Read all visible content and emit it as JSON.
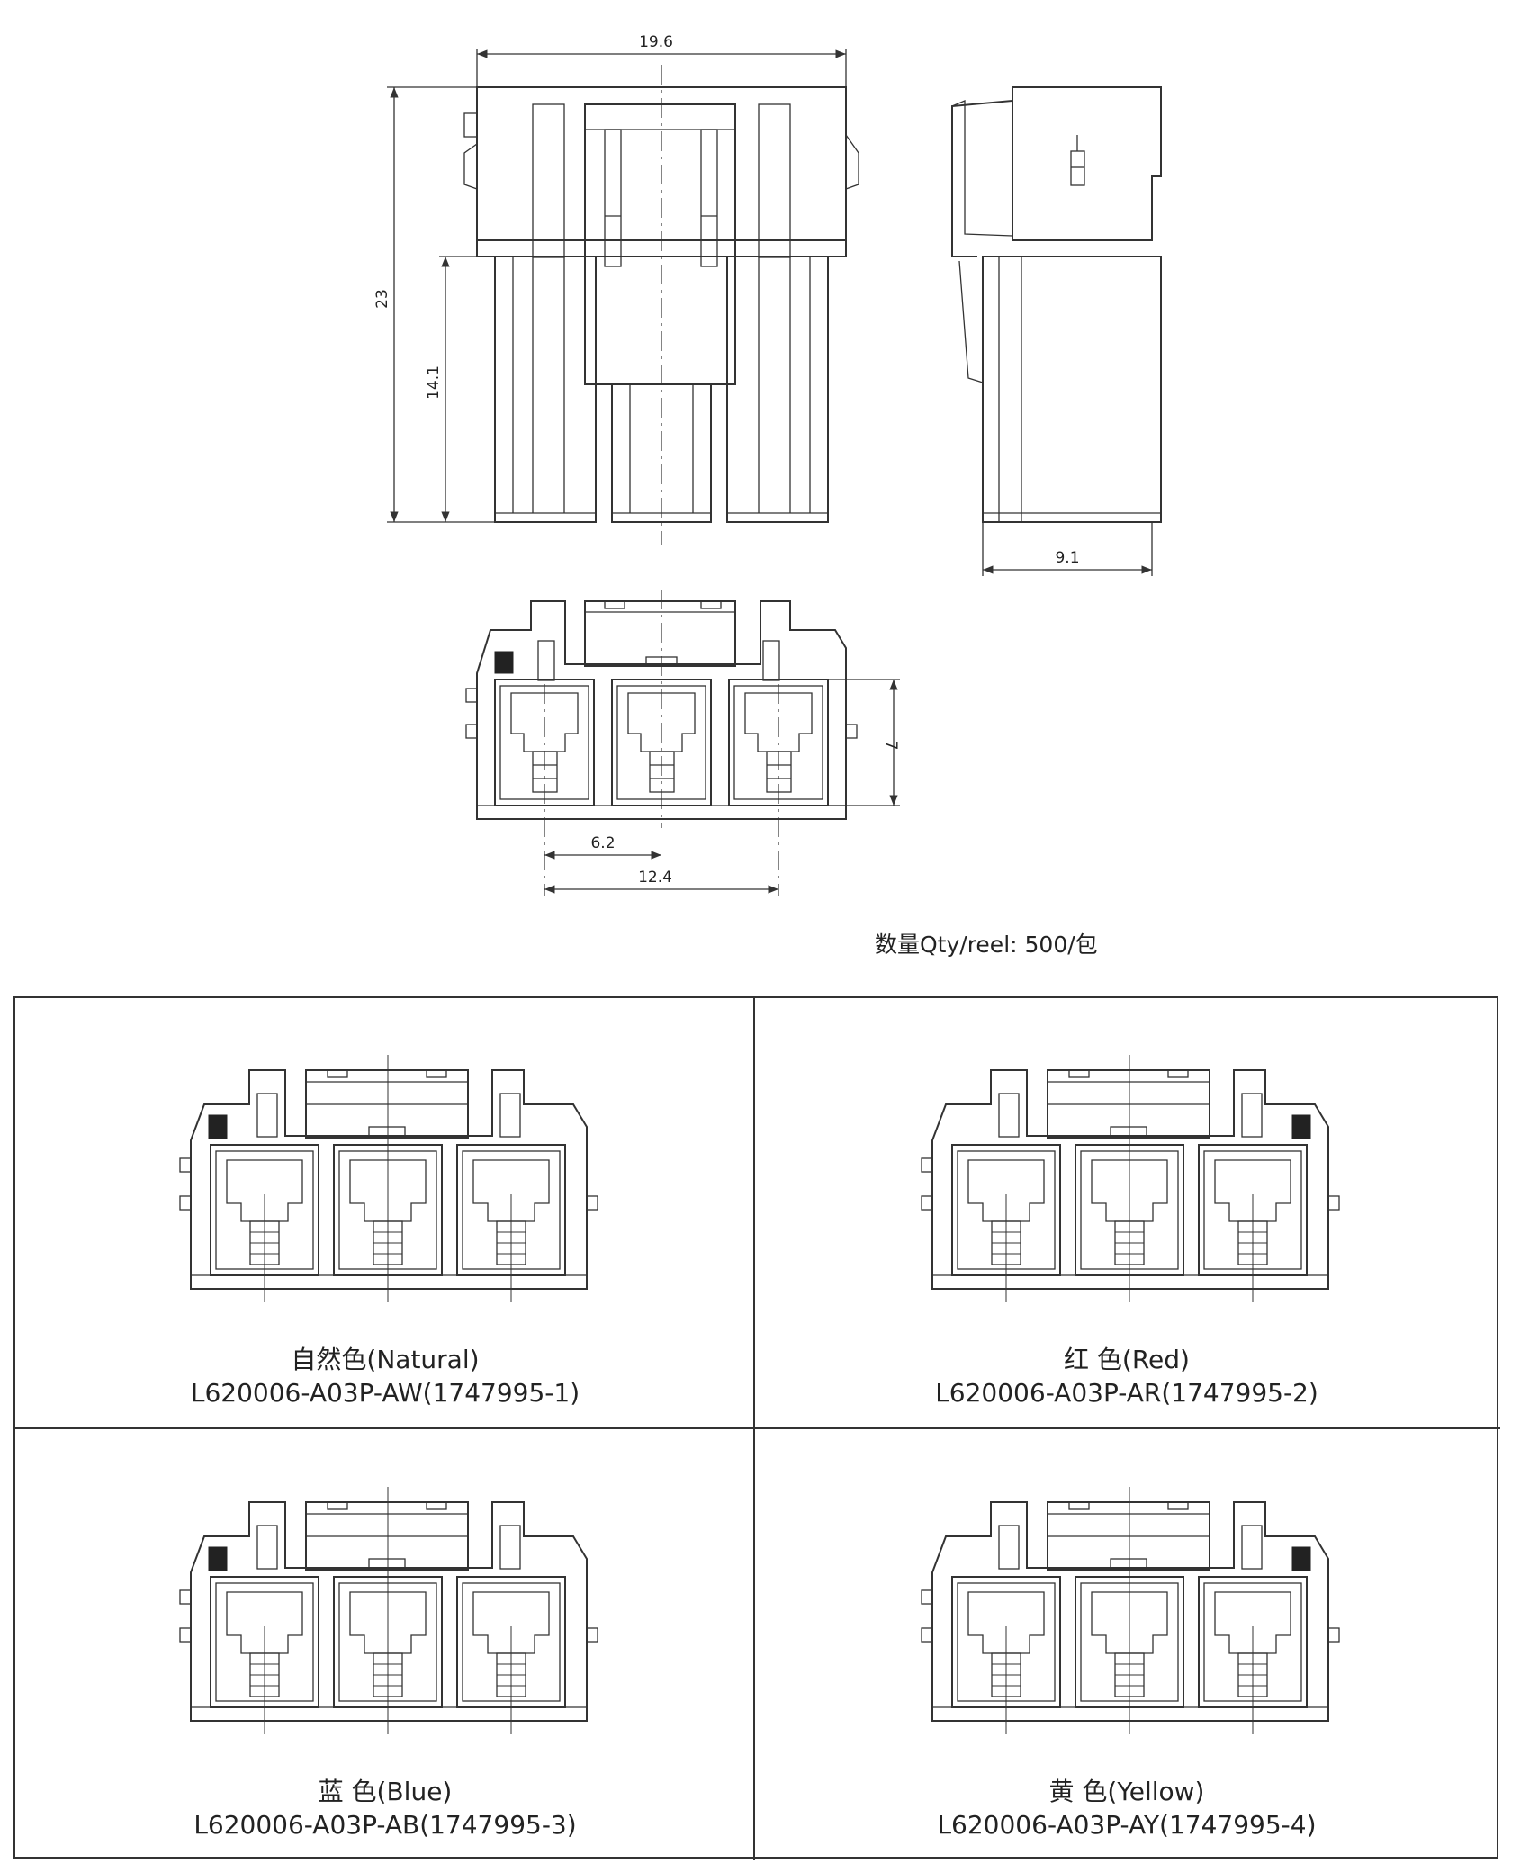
{
  "drawing": {
    "dims": {
      "width_top": "19.6",
      "height_total": "23",
      "height_lower": "14.1",
      "depth_side": "9.1",
      "face_height": "7",
      "pitch": "6.2",
      "span": "12.4"
    },
    "qty_label": "数量Qty/reel: 500/包"
  },
  "variants": [
    {
      "color_label": "自然色(Natural)",
      "part_number": "L620006-A03P-AW(1747995-1)",
      "mark_side": "left"
    },
    {
      "color_label": "红 色(Red)",
      "part_number": "L620006-A03P-AR(1747995-2)",
      "mark_side": "right"
    },
    {
      "color_label": "蓝 色(Blue)",
      "part_number": "L620006-A03P-AB(1747995-3)",
      "mark_side": "left"
    },
    {
      "color_label": "黄 色(Yellow)",
      "part_number": "L620006-A03P-AY(1747995-4)",
      "mark_side": "right"
    }
  ]
}
